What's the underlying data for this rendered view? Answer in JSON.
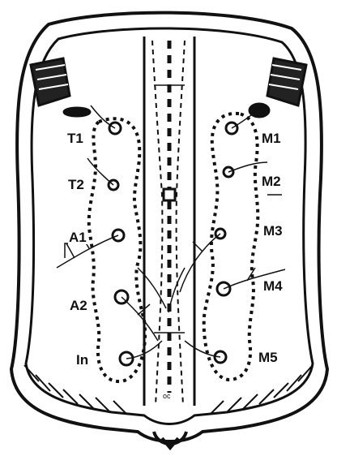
{
  "diagram": {
    "labels_left": [
      "T1",
      "T2",
      "A1",
      "A2",
      "In"
    ],
    "labels_right": [
      "M1",
      "M2",
      "M3",
      "M4",
      "M5"
    ],
    "footnote": "oc"
  },
  "colors": {
    "ink": "#111111",
    "background": "#ffffff"
  }
}
